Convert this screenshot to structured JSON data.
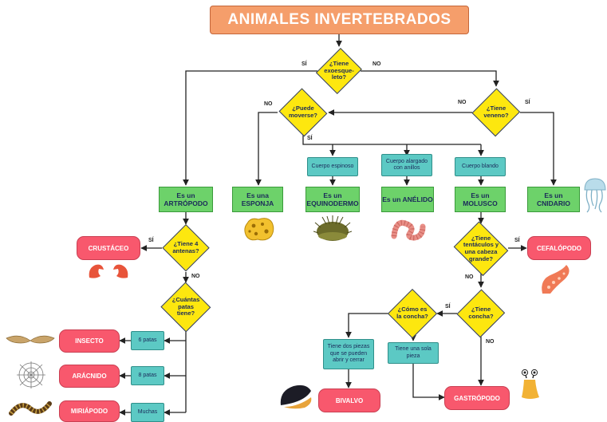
{
  "title": "ANIMALES INVERTEBRADOS",
  "questions": {
    "exoesqueleto": "¿Tiene exoesque-leto?",
    "moverse": "¿Puede moverse?",
    "veneno": "¿Tiene veneno?",
    "antenas": "¿Tiene 4 antenas?",
    "patas": "¿Cuántas patas tiene?",
    "tentaculos": "¿Tiene tentáculos y una cabeza grande?",
    "concha": "¿Tiene concha?",
    "como_concha": "¿Cómo es la concha?"
  },
  "answers": {
    "yes": "SÍ",
    "no": "NO"
  },
  "groups": {
    "artropodo": "Es un ARTRÓPODO",
    "esponja": "Es una ESPONJA",
    "equinodermo": "Es un EQUINODERMO",
    "anelido": "Es un ANÉLIDO",
    "molusco": "Es un MOLUSCO",
    "cnidario": "Es un CNIDARIO"
  },
  "traits": {
    "espinoso": "Cuerpo espinoso",
    "alargado": "Cuerpo alargado con anillos",
    "blando": "Cuerpo blando",
    "seis": "6 patas",
    "ocho": "8 patas",
    "muchas": "Muchas",
    "dos_piezas": "Tiene dos piezas que se pueden abrir y cerrar",
    "una_pieza": "Tiene una sola pieza"
  },
  "results": {
    "crustaceo": "CRUSTÁCEO",
    "insecto": "INSECTO",
    "aracnido": "ARÁCNIDO",
    "miriapodo": "MIRIÁPODO",
    "cefalopodo": "CEFALÓPODO",
    "bivalvo": "BIVALVO",
    "gastropodo": "GASTRÓPODO"
  },
  "icons": [
    "sponge-icon",
    "sea-urchin-icon",
    "worm-icon",
    "jellyfish-icon",
    "crab-claws-icon",
    "octopus-tentacle-icon",
    "wings-icon",
    "spider-web-icon",
    "centipede-icon",
    "mussel-icon",
    "snail-icon"
  ],
  "colors": {
    "title": "#f59e6b",
    "question": "#fde70f",
    "group": "#6dd26a",
    "trait": "#5cc9c4",
    "result": "#f8586d"
  }
}
